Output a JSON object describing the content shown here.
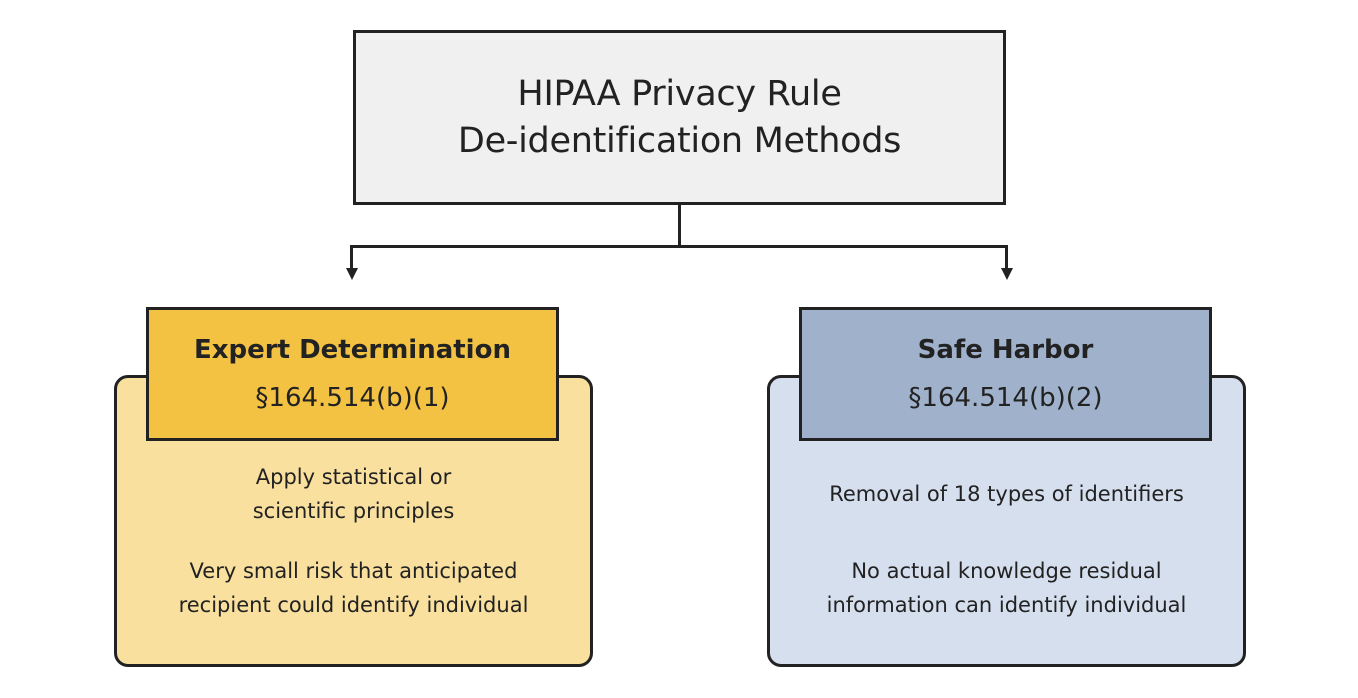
{
  "title": {
    "line1": "HIPAA Privacy Rule",
    "line2": "De-identification Methods"
  },
  "methods": [
    {
      "name": "Expert Determination",
      "code": "§164.514(b)(1)",
      "points": [
        {
          "line1": "Apply statistical or",
          "line2": "scientific principles"
        },
        {
          "line1": "Very small risk that anticipated",
          "line2": "recipient could identify individual"
        }
      ],
      "header_color": "#f3c242",
      "body_color": "#f9e09e"
    },
    {
      "name": "Safe Harbor",
      "code": "§164.514(b)(2)",
      "points": [
        {
          "line1": "Removal of 18 types of identifiers"
        },
        {
          "line1": "No actual knowledge residual",
          "line2": "information can identify individual"
        }
      ],
      "header_color": "#a0b1cb",
      "body_color": "#d5dfee"
    }
  ]
}
